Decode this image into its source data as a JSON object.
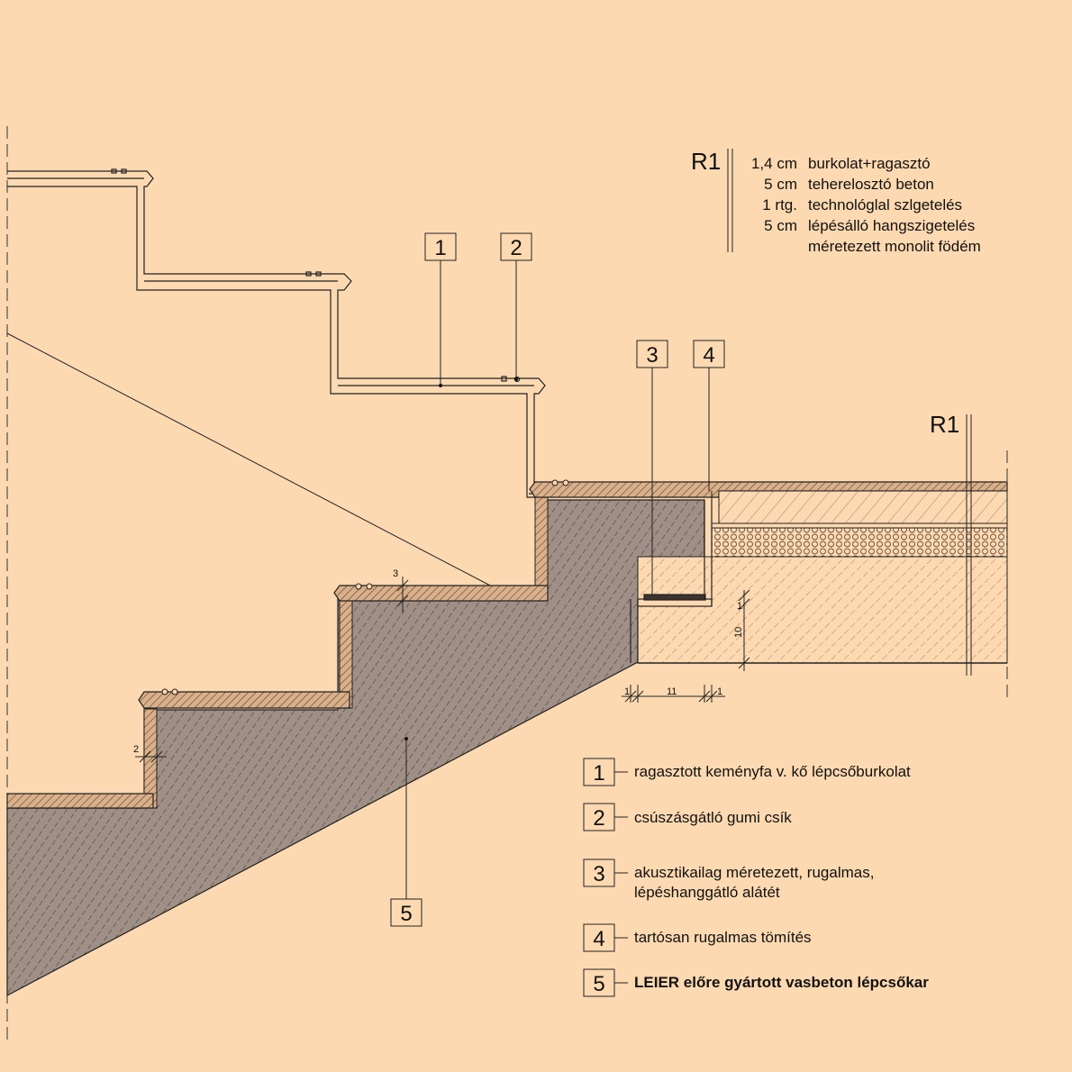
{
  "layers": {
    "title": "R1",
    "rows": [
      {
        "thickness": "1,4 cm",
        "name": "burkolat+ragasztó"
      },
      {
        "thickness": "5 cm",
        "name": "teherelosztó beton"
      },
      {
        "thickness": "1 rtg.",
        "name": "technológlal szlgetelés"
      },
      {
        "thickness": "5 cm",
        "name": "lépésálló hangszigetelés"
      },
      {
        "thickness": "",
        "name": "méretezett monolit födém"
      }
    ]
  },
  "section_mark": "R1",
  "callouts": [
    "1",
    "2",
    "3",
    "4",
    "5"
  ],
  "dimensions": {
    "tread_overhang": "3",
    "riser_gap": "2",
    "gap_vertical_top": "1",
    "gap_vertical": "10",
    "gap_left": "1",
    "gap_width": "11",
    "gap_right": "1"
  },
  "legend": [
    {
      "num": "1",
      "text": "ragasztott keményfa v. kő lépcsőburkolat"
    },
    {
      "num": "2",
      "text": "csúszásgátló gumi csík"
    },
    {
      "num": "3",
      "text": "akusztikailag méretezett, rugalmas,",
      "text2": "lépéshanggátló alátét"
    },
    {
      "num": "4",
      "text": "tartósan rugalmas tömítés"
    },
    {
      "num": "5",
      "text": "LEIER előre gyártott vasbeton lépcsőkar"
    }
  ],
  "colors": {
    "background": "#fdd9b1",
    "concrete": "#9f8f86",
    "tread": "#d7ae86",
    "line": "#111111"
  }
}
